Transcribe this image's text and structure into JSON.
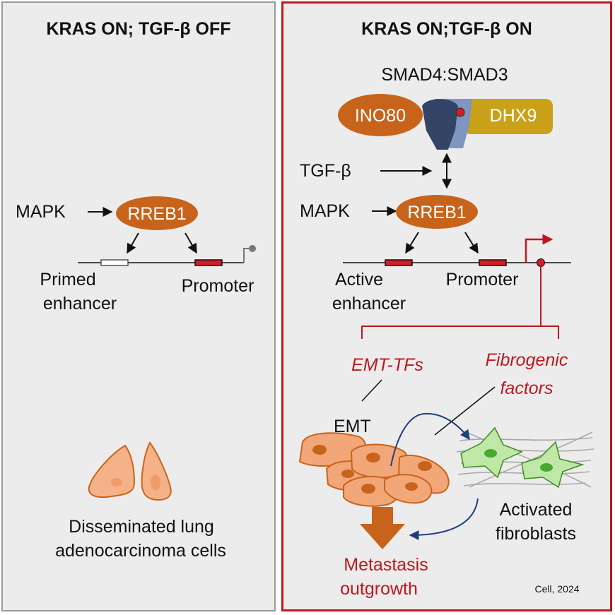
{
  "left": {
    "title": "KRAS ON; TGF-β OFF",
    "mapk": "MAPK",
    "rreb1": "RREB1",
    "enhancer_line1": "Primed",
    "enhancer_line2": "enhancer",
    "promoter": "Promoter",
    "cells_line1": "Disseminated lung",
    "cells_line2": "adenocarcinoma cells"
  },
  "right": {
    "title": "KRAS ON;TGF-β ON",
    "complex": "SMAD4:SMAD3",
    "ino80": "INO80",
    "dhx9": "DHX9",
    "tgfb": "TGF-β",
    "mapk": "MAPK",
    "rreb1": "RREB1",
    "enhancer_line1": "Active",
    "enhancer_line2": "enhancer",
    "promoter": "Promoter",
    "emt_tfs": "EMT-TFs",
    "fibro_line1": "Fibrogenic",
    "fibro_line2": "factors",
    "emt": "EMT",
    "activated_line1": "Activated",
    "activated_line2": "fibroblasts",
    "outcome_line1": "Metastasis",
    "outcome_line2": "outgrowth",
    "citation": "Cell, 2024"
  },
  "colors": {
    "rreb1_fill": "#c8631b",
    "ino80_fill": "#c8631b",
    "dhx9_fill": "#c9a219",
    "red": "#c0171e",
    "cell_fill": "#f2a779",
    "fibroblast_fill": "#bfe8a6"
  }
}
